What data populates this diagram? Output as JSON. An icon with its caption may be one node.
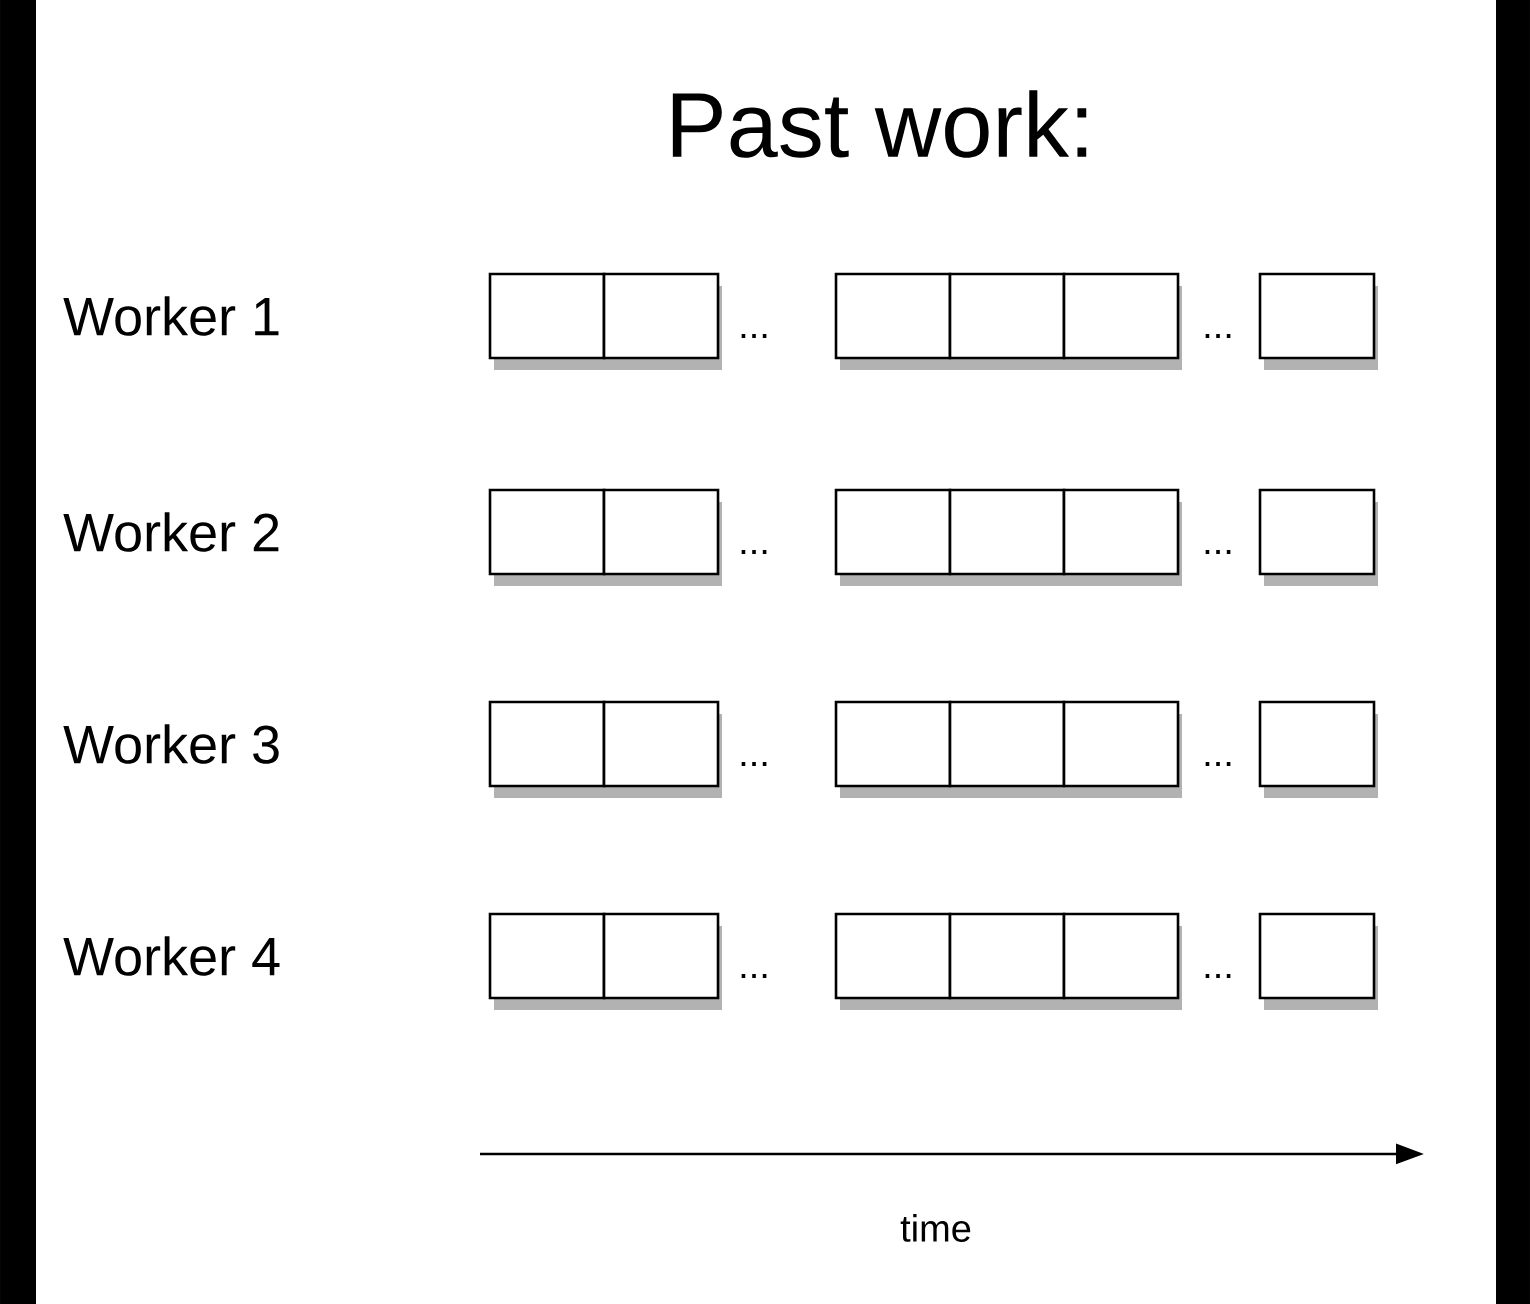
{
  "diagram": {
    "title": "Past work:",
    "nodes": [
      {
        "text": [],
        "shape": "box"
      },
      {
        "text": [],
        "shape": "box"
      },
      {
        "text": [],
        "shape": "box"
      },
      {
        "text": [],
        "shape": "box"
      },
      {
        "text": [],
        "shape": "box"
      },
      {
        "text": [],
        "shape": "box"
      },
      {
        "text": [],
        "shape": "box"
      },
      {
        "text": [],
        "shape": "box"
      },
      {
        "text": [],
        "shape": "box"
      },
      {
        "text": [],
        "shape": "box"
      },
      {
        "text": [],
        "shape": "box"
      },
      {
        "text": [],
        "shape": "box"
      },
      {
        "text": [],
        "shape": "box"
      },
      {
        "text": [],
        "shape": "box"
      },
      {
        "text": [],
        "shape": "box"
      },
      {
        "text": [],
        "shape": "box"
      },
      {
        "text": [],
        "shape": "box"
      },
      {
        "text": [],
        "shape": "box"
      },
      {
        "text": [],
        "shape": "box"
      },
      {
        "text": [],
        "shape": "box"
      },
      {
        "text": [],
        "shape": "box"
      },
      {
        "text": [],
        "shape": "box"
      },
      {
        "text": [],
        "shape": "box"
      },
      {
        "text": [],
        "shape": "box"
      }
    ],
    "labels": [
      "Worker 1",
      "...",
      "...",
      "Worker 2",
      "...",
      "...",
      "Worker 3",
      "...",
      "...",
      "Worker 4",
      "...",
      "...",
      "time"
    ]
  }
}
